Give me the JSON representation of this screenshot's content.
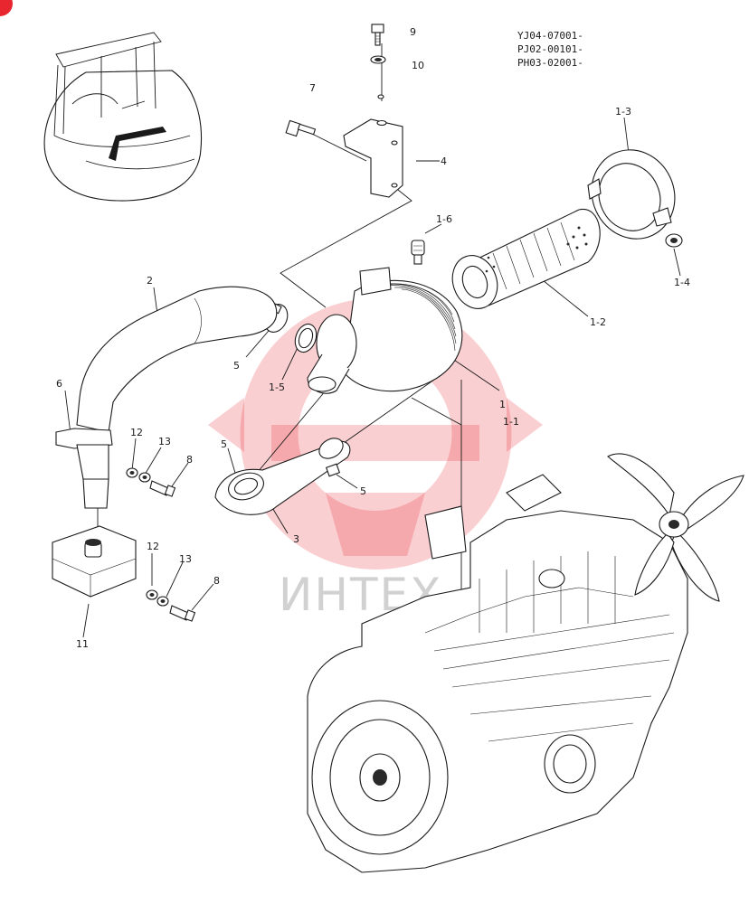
{
  "serials": [
    "YJ04-07001-",
    "PJ02-00101-",
    "PH03-02001-"
  ],
  "watermark": {
    "text": "ИНТЕХ",
    "color": "#e8262f"
  },
  "corner_badge_color": "#e8262f",
  "labels": {
    "p1": "1",
    "p1_1": "1-1",
    "p1_2": "1-2",
    "p1_3": "1-3",
    "p1_4": "1-4",
    "p1_5": "1-5",
    "p1_6": "1-6",
    "p2": "2",
    "p3": "3",
    "p4": "4",
    "p5a": "5",
    "p5b": "5",
    "p5c": "5",
    "p6": "6",
    "p7": "7",
    "p8a": "8",
    "p8b": "8",
    "p9": "9",
    "p10": "10",
    "p11": "11",
    "p12a": "12",
    "p12b": "12",
    "p13a": "13",
    "p13b": "13"
  }
}
